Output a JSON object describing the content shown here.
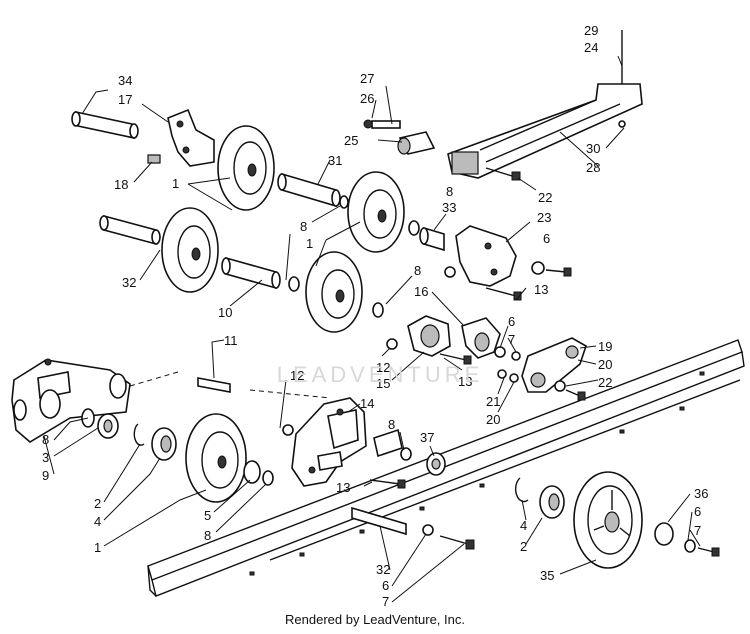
{
  "watermark_text": "LEADVENTURE",
  "footer_text": "Rendered by LeadVenture, Inc.",
  "callouts": [
    {
      "id": "c29",
      "text": "29"
    },
    {
      "id": "c24",
      "text": "24"
    },
    {
      "id": "c27",
      "text": "27"
    },
    {
      "id": "c26",
      "text": "26"
    },
    {
      "id": "c25",
      "text": "25"
    },
    {
      "id": "c30",
      "text": "30"
    },
    {
      "id": "c28",
      "text": "28"
    },
    {
      "id": "c22a",
      "text": "22"
    },
    {
      "id": "c34",
      "text": "34"
    },
    {
      "id": "c17",
      "text": "17"
    },
    {
      "id": "c31",
      "text": "31"
    },
    {
      "id": "c18",
      "text": "18"
    },
    {
      "id": "c1a",
      "text": "1"
    },
    {
      "id": "c8a",
      "text": "8"
    },
    {
      "id": "c33",
      "text": "33"
    },
    {
      "id": "c8b",
      "text": "8"
    },
    {
      "id": "c23",
      "text": "23"
    },
    {
      "id": "c6a",
      "text": "6"
    },
    {
      "id": "c1b",
      "text": "1"
    },
    {
      "id": "c32a",
      "text": "32"
    },
    {
      "id": "c8c",
      "text": "8"
    },
    {
      "id": "c13a",
      "text": "13"
    },
    {
      "id": "c16",
      "text": "16"
    },
    {
      "id": "c10",
      "text": "10"
    },
    {
      "id": "c6b",
      "text": "6"
    },
    {
      "id": "c7a",
      "text": "7"
    },
    {
      "id": "c11",
      "text": "11"
    },
    {
      "id": "c19",
      "text": "19"
    },
    {
      "id": "c12a",
      "text": "12"
    },
    {
      "id": "c20a",
      "text": "20"
    },
    {
      "id": "c15",
      "text": "15"
    },
    {
      "id": "c13b",
      "text": "13"
    },
    {
      "id": "c22b",
      "text": "22"
    },
    {
      "id": "c12b",
      "text": "12"
    },
    {
      "id": "c21",
      "text": "21"
    },
    {
      "id": "c20b",
      "text": "20"
    },
    {
      "id": "c14",
      "text": "14"
    },
    {
      "id": "c8d",
      "text": "8"
    },
    {
      "id": "c37",
      "text": "37"
    },
    {
      "id": "c8e",
      "text": "8"
    },
    {
      "id": "c3",
      "text": "3"
    },
    {
      "id": "c9",
      "text": "9"
    },
    {
      "id": "c13c",
      "text": "13"
    },
    {
      "id": "c2a",
      "text": "2"
    },
    {
      "id": "c4a",
      "text": "4"
    },
    {
      "id": "c5",
      "text": "5"
    },
    {
      "id": "c8f",
      "text": "8"
    },
    {
      "id": "c1c",
      "text": "1"
    },
    {
      "id": "c36",
      "text": "36"
    },
    {
      "id": "c6c",
      "text": "6"
    },
    {
      "id": "c7b",
      "text": "7"
    },
    {
      "id": "c4b",
      "text": "4"
    },
    {
      "id": "c2b",
      "text": "2"
    },
    {
      "id": "c35",
      "text": "35"
    },
    {
      "id": "c32b",
      "text": "32"
    },
    {
      "id": "c6d",
      "text": "6"
    },
    {
      "id": "c7c",
      "text": "7"
    }
  ]
}
